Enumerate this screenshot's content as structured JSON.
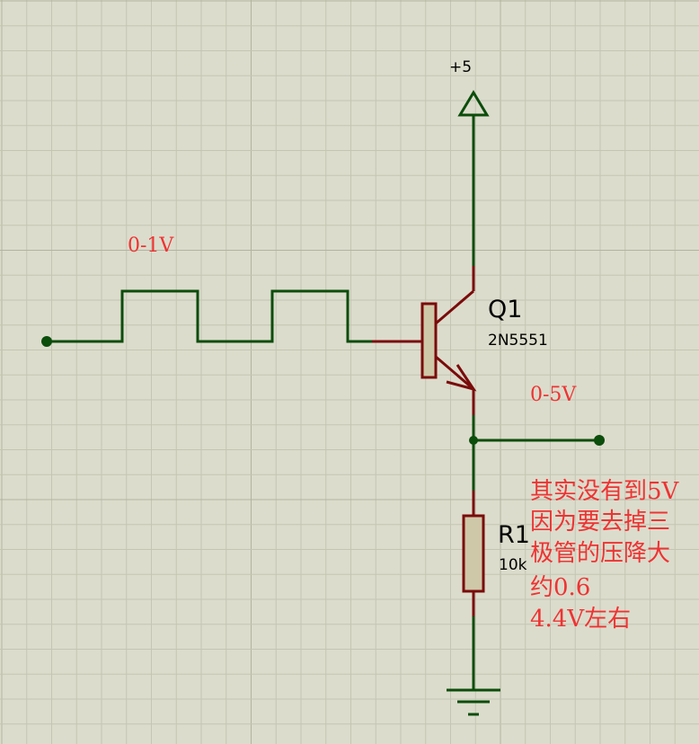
{
  "colors": {
    "background": "#dcdccc",
    "grid_minor": "#c5c5b4",
    "grid_major": "#b3b3a2",
    "wire": "#0b4d0b",
    "component": "#7a0b0b",
    "resistor_fill": "#cfc8a8",
    "note_text": "#ee3333",
    "label_text": "#000000"
  },
  "power": {
    "label": "+5"
  },
  "input_signal": {
    "label": "0-1V"
  },
  "transistor": {
    "ref": "Q1",
    "value": "2N5551"
  },
  "output_signal": {
    "label": "0-5V"
  },
  "resistor": {
    "ref": "R1",
    "value": "10k"
  },
  "note": {
    "lines": [
      "其实没有到5V",
      "因为要去掉三",
      "极管的压降大",
      "约0.6",
      "4.4V左右"
    ]
  },
  "icons": {
    "power_terminal": "power-arrow-icon",
    "ground": "ground-icon"
  }
}
